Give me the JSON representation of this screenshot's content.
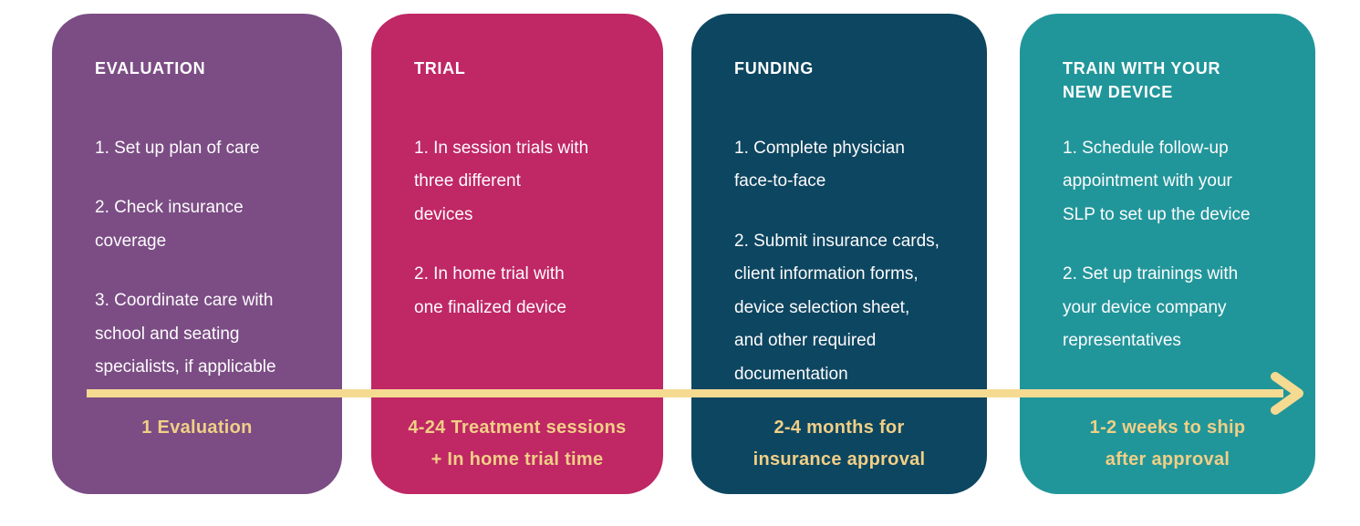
{
  "diagram": {
    "arrow_color": "#F5DA92",
    "label_color": "#F1CF86",
    "cards": [
      {
        "id": "evaluation",
        "color": "#7B4D84",
        "title": "EVALUATION",
        "steps": [
          "1. Set up plan of care",
          "2. Check insurance\ncoverage",
          "3. Coordinate care with\nschool and seating\nspecialists, if applicable"
        ],
        "duration": "1 Evaluation"
      },
      {
        "id": "trial",
        "color": "#BF2765",
        "title": "TRIAL",
        "steps": [
          "1. In session trials with\nthree different\ndevices",
          "2. In home trial with\none finalized device"
        ],
        "duration": "4-24 Treatment sessions\n+ In home trial time"
      },
      {
        "id": "funding",
        "color": "#0D4660",
        "title": "FUNDING",
        "steps": [
          "1. Complete physician\nface-to-face",
          "2. Submit insurance cards,\nclient information forms,\ndevice selection sheet,\nand other required\ndocumentation"
        ],
        "duration": "2-4 months for\ninsurance approval"
      },
      {
        "id": "train-with-your-new-device",
        "color": "#21969A",
        "title": "TRAIN WITH YOUR\nNEW DEVICE",
        "steps": [
          "1. Schedule follow-up\nappointment with your\nSLP to set up the device",
          "2. Set up trainings with\nyour device company\nrepresentatives"
        ],
        "duration": "1-2 weeks to ship\nafter approval"
      }
    ]
  }
}
